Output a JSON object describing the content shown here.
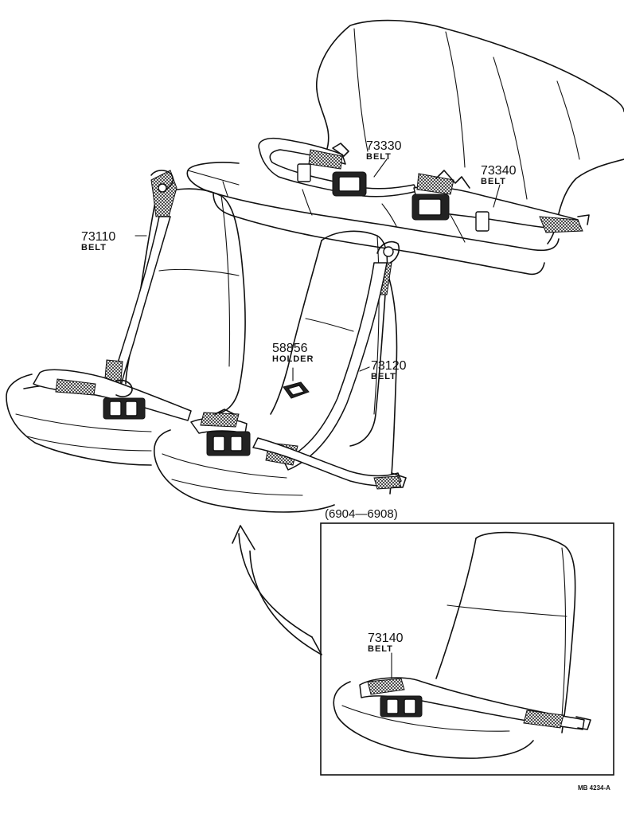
{
  "parts": [
    {
      "id": "73330",
      "number": "73330",
      "name": "BELT"
    },
    {
      "id": "73340",
      "number": "73340",
      "name": "BELT"
    },
    {
      "id": "73110",
      "number": "73110",
      "name": "BELT"
    },
    {
      "id": "58856",
      "number": "58856",
      "name": "HOLDER"
    },
    {
      "id": "73120",
      "number": "73120",
      "name": "BELT"
    },
    {
      "id": "73140",
      "number": "73140",
      "name": "BELT"
    }
  ],
  "inset": {
    "caption": "(6904—6908)"
  },
  "figure_code": "MB 4234-A"
}
